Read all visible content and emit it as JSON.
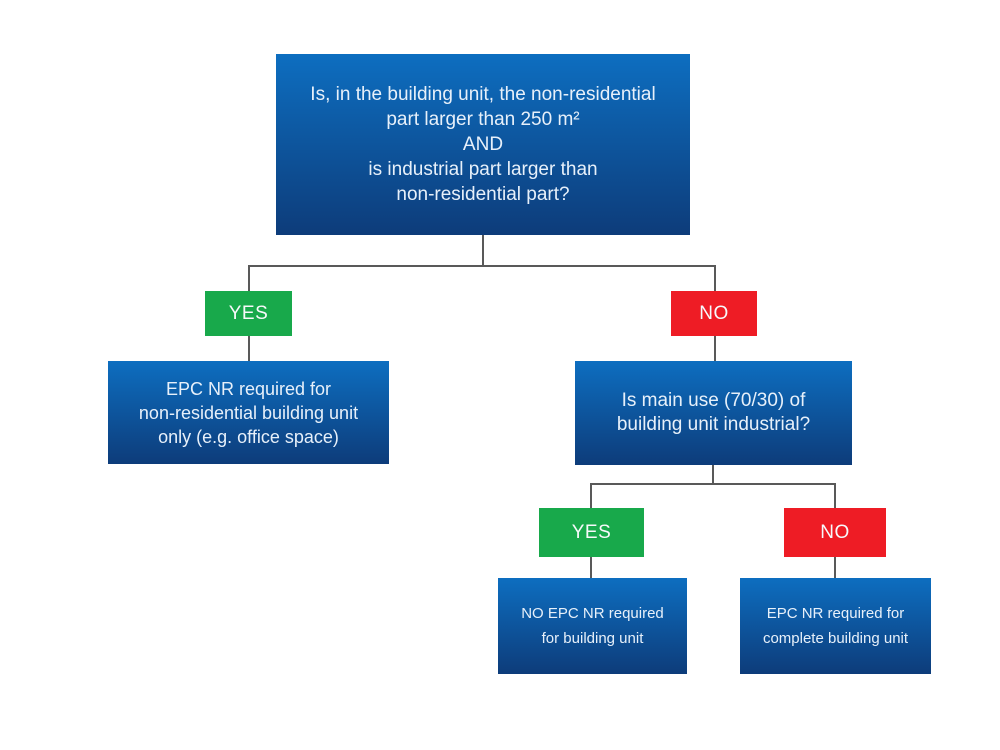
{
  "colors": {
    "box_blue_top": "#0D6EC0",
    "box_blue_bottom": "#0D3C7A",
    "yes_green": "#18A94B",
    "no_red": "#EE1C25",
    "connector_gray": "#595959",
    "text_light": "#E7F0FA"
  },
  "nodes": {
    "root_question": {
      "text": "Is, in the building unit, the non-residential\npart larger than 250 m²\nAND\nis industrial part larger than\nnon-residential part?"
    },
    "branch1_yes": {
      "label": "YES"
    },
    "branch1_no": {
      "label": "NO"
    },
    "outcome_office": {
      "text": "EPC NR required for\nnon-residential building unit\nonly (e.g. office space)"
    },
    "question2": {
      "text": "Is main use (70/30) of\nbuilding unit industrial?"
    },
    "branch2_yes": {
      "label": "YES"
    },
    "branch2_no": {
      "label": "NO"
    },
    "outcome_no_epc": {
      "text": "NO EPC NR required\nfor building unit"
    },
    "outcome_complete": {
      "text": "EPC NR required for\ncomplete building unit"
    }
  }
}
